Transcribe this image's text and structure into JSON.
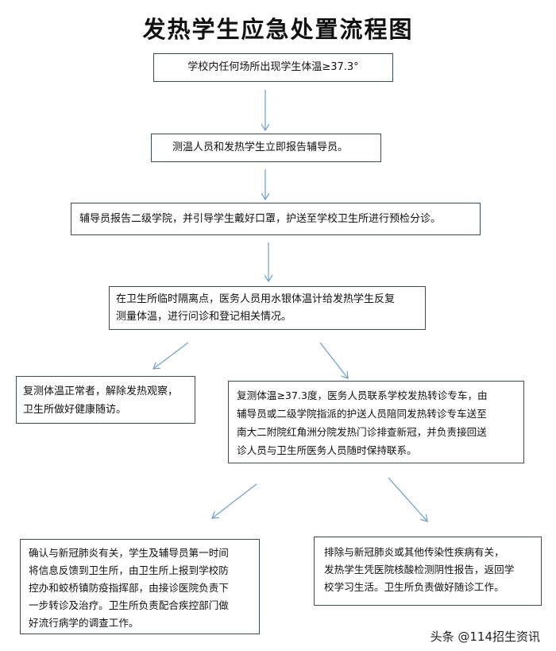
{
  "title": "发热学生应急处置流程图",
  "steps": [
    {
      "lines": [
        "学校内任何场所出现学生体温≥37.3°"
      ]
    },
    {
      "lines": [
        "测温人员和发热学生立即报告辅导员。"
      ]
    },
    {
      "lines": [
        "辅导员报告二级学院，并引导学生戴好口罩，护送至学校卫生所进行预检分诊。"
      ]
    },
    {
      "lines": [
        "在卫生所临时隔离点，医务人员用水银体温计给发热学生反复",
        "测量体温，进行问诊和登记相关情况。"
      ]
    },
    {
      "lines": [
        "复测体温正常者，解除发热观察，",
        "卫生所做好健康随访。"
      ]
    },
    {
      "lines": [
        "复测体温≥37.3度，医务人员联系学校发热转诊专车，由",
        "辅导员或二级学院指派的护送人员陪同发热转诊专车送至",
        "南大二附院红角洲分院发热门诊排查新冠，并负责接回送",
        "诊人员与卫生所医务人员随时保持联系。"
      ]
    },
    {
      "lines": [
        "确认与新冠肺炎有关，学生及辅导员第一时间",
        "将信息反馈到卫生所，由卫生所上报到学校防",
        "控办和蛟桥镇防疫指挥部，由接诊医院负责下",
        "一步转诊及治疗。卫生所负责配合疾控部门做",
        "好流行病学的调查工作。"
      ]
    },
    {
      "lines": [
        "排除与新冠肺炎或其他传染性疾病有关，",
        "发热学生凭医院核酸检测阴性报告，返回学",
        "校学习生活。卫生所负责做好随诊工作。"
      ]
    }
  ],
  "watermark": "头条 @114招生资讯",
  "colors": {
    "border": "#3d4a5c",
    "arrow": "#6f9fc9",
    "text": "#111111"
  }
}
